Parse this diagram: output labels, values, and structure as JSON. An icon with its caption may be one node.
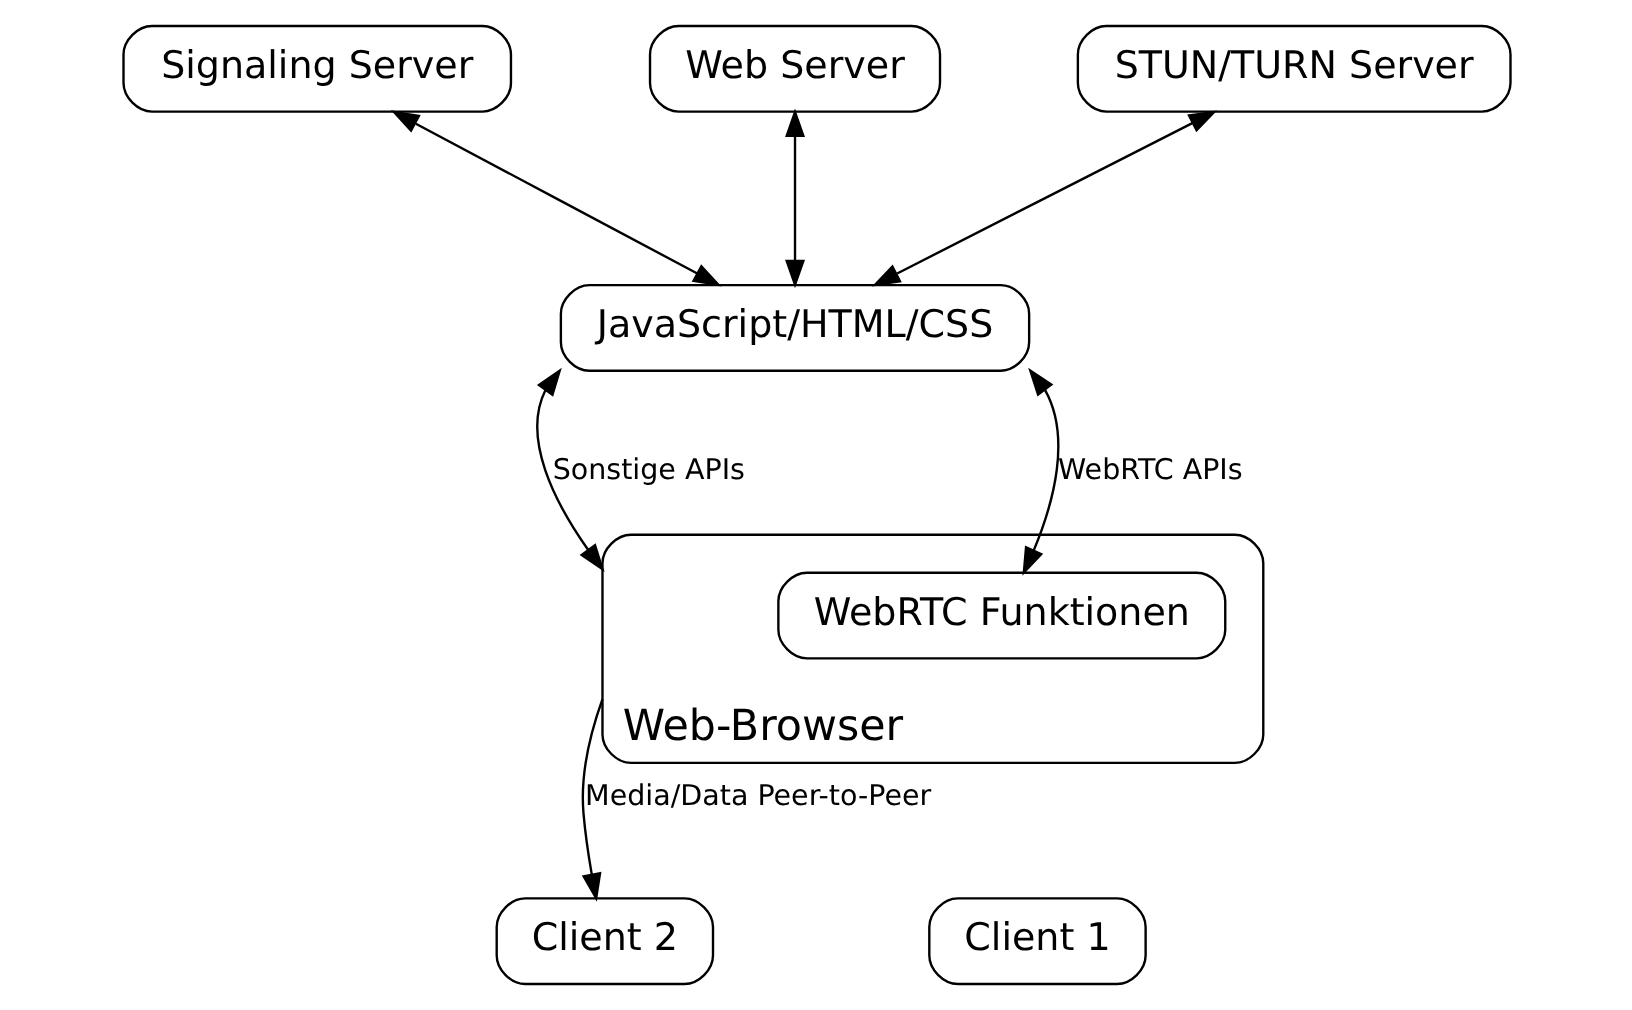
{
  "diagram": {
    "nodes": [
      {
        "text": [
          "Signaling Server"
        ]
      },
      {
        "text": [
          "Web Server"
        ]
      },
      {
        "text": [
          "STUN/TURN Server"
        ]
      },
      {
        "text": [
          "JavaScript/HTML/CSS"
        ]
      },
      {
        "text": [
          "Web-Browser"
        ]
      },
      {
        "text": [
          "WebRTC Funktionen"
        ],
        "in": 4
      },
      {
        "text": [
          "Client 1"
        ]
      },
      {
        "text": [
          "Client 2"
        ]
      }
    ],
    "edges": [
      {
        "from": 0,
        "to": 3,
        "arrow": "both"
      },
      {
        "from": 1,
        "to": 3,
        "arrow": "both"
      },
      {
        "from": 2,
        "to": 3,
        "arrow": "both"
      },
      {
        "from": 3,
        "to": 4,
        "arrow": "both",
        "label": "Sonstige APIs"
      },
      {
        "from": 3,
        "to": 5,
        "arrow": "both",
        "label": "WebRTC APIs"
      },
      {
        "from": 4,
        "to": 7,
        "arrow": "to",
        "label": "Media/Data Peer-to-Peer"
      }
    ]
  }
}
